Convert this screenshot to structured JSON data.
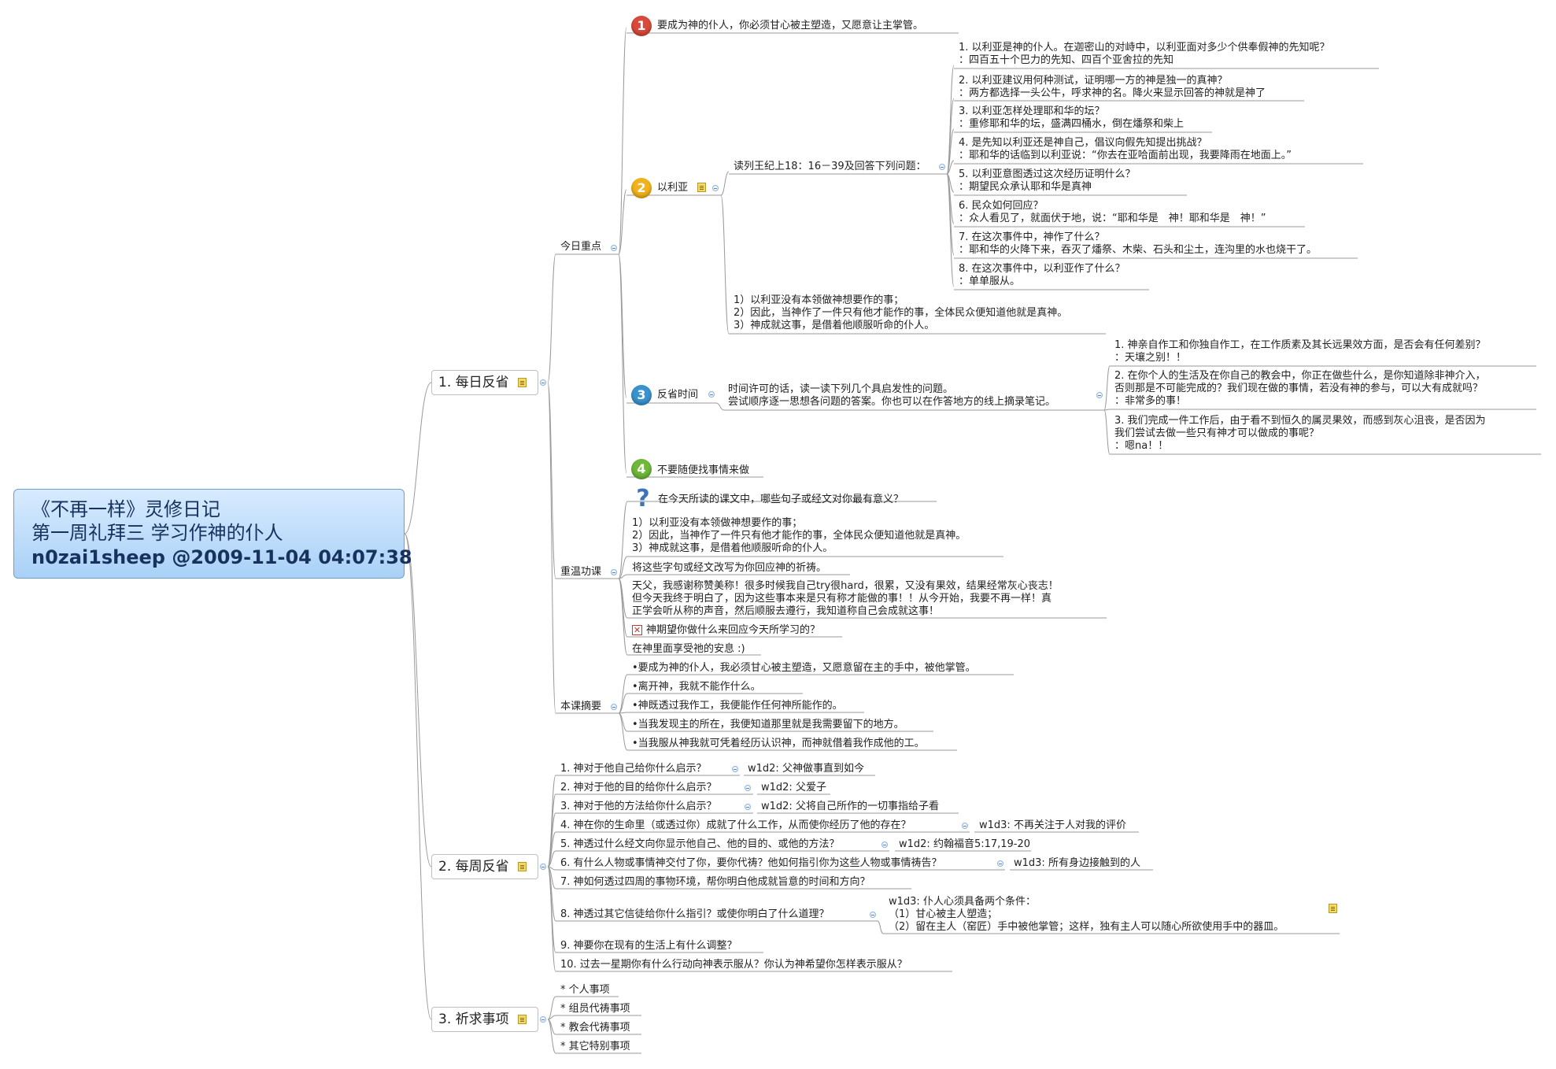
{
  "root": {
    "line1": "《不再一样》灵修日记",
    "line2": "第一周礼拜三 学习作神的仆人",
    "line3": "n0zai1sheep @2009-11-04 04:07:38"
  },
  "colors": {
    "edge": "#9a9a9a",
    "underline": "#9a9a9a",
    "root_top": "#d8ebff",
    "root_bottom": "#a9d1f6",
    "p1": "#d94a3a",
    "p2": "#f2b21b",
    "p3": "#3a93cf",
    "p4": "#6fb83a",
    "accent": "#3d73b8"
  },
  "icons": {
    "priority": "priority-number-icon",
    "note": "note-icon",
    "question": "question-mark-icon",
    "cross": "x-box-icon",
    "collapse": "collapse-toggle-icon"
  },
  "b1": {
    "label": "1.  每日反省",
    "today": {
      "label": "今日重点",
      "p1": {
        "num": "1",
        "text": "要成为神的仆人，你必须甘心被主塑造，又愿意让主掌管。"
      },
      "p2": {
        "num": "2",
        "label": "以利亚",
        "reading": "读列王纪上18：16－39及回答下列问题：",
        "qa": [
          {
            "q": "1. 以利亚是神的仆人。在迦密山的对峙中，以利亚面对多少个供奉假神的先知呢？",
            "a": "：四百五十个巴力的先知、四百个亚舍拉的先知"
          },
          {
            "q": "2. 以利亚建议用何种测试，证明哪一方的神是独一的真神？",
            "a": "：两方都选择一头公牛，呼求神的名。降火来显示回答的神就是神了"
          },
          {
            "q": "3. 以利亚怎样处理耶和华的坛？",
            "a": "：重修耶和华的坛，盛满四桶水，倒在燔祭和柴上"
          },
          {
            "q": "4. 是先知以利亚还是神自己，倡议向假先知提出挑战？",
            "a": "：耶和华的话临到以利亚说：“你去在亚哈面前出现，我要降雨在地面上。”"
          },
          {
            "q": "5. 以利亚意图透过这次经历证明什么？",
            "a": "：期望民众承认耶和华是真神"
          },
          {
            "q": "6. 民众如何回应？",
            "a": "：众人看见了，就面伏于地，说：“耶和华是　神！耶和华是　神！”"
          },
          {
            "q": "7. 在这次事件中，神作了什么？",
            "a": "：耶和华的火降下来，吞灭了燔祭、木柴、石头和尘土，连沟里的水也烧干了。"
          },
          {
            "q": "8. 在这次事件中，以利亚作了什么？",
            "a": "：单单服从。"
          }
        ],
        "summary": [
          "1）以利亚没有本领做神想要作的事；",
          "2）因此，当神作了一件只有他才能作的事，全体民众便知道他就是真神。",
          "3）神成就这事，是借着他顺服听命的仆人。"
        ]
      },
      "p3": {
        "num": "3",
        "label": "反省时间",
        "intro": [
          "时间许可的话，读一读下列几个具启发性的问题。",
          "尝试顺序逐一思想各问题的答案。你也可以在作答地方的线上摘录笔记。"
        ],
        "items": [
          [
            "1. 神亲自作工和你独自作工，在工作质素及其长远果效方面，是否会有任何差别？",
            "：天壤之别！！"
          ],
          [
            "2. 在你个人的生活及在你自己的教会中，你正在做些什么，是你知道除非神介入，",
            "否则那是不可能完成的？我们现在做的事情，若没有神的参与，可以大有成就吗？",
            "：非常多的事！"
          ],
          [
            "3. 我们完成一件工作后，由于看不到恒久的属灵果效，而感到灰心沮丧，是否因为",
            "我们尝试去做一些只有神才可以做成的事呢？",
            "：嗯na！！"
          ]
        ]
      },
      "p4": {
        "num": "4",
        "text": "不要随便找事情来做"
      }
    },
    "review": {
      "label": "重温功课",
      "question": "在今天所读的课文中，哪些句子或经文对你最有意义？",
      "verses": [
        "1）以利亚没有本领做神想要作的事；",
        "2）因此，当神作了一件只有他才能作的事，全体民众便知道他就是真神。",
        "3）神成就这事，是借着他顺服听命的仆人。"
      ],
      "prayer_prompt": "将这些字句或经文改写为你回应神的祈祷。",
      "prayer": [
        "天父，我感谢称赞美称！很多时候我自己try很hard，很累，又没有果效，结果经常灰心丧志！",
        "但今天我终于明白了，因为这些事本来是只有称才能做的事！！从今开始，我要不再一样！真",
        "正学会听从称的声音，然后顺服去遵行，我知道称自己会成就这事！"
      ],
      "response": "神期望你做什么来回应今天所学习的？",
      "rest": "在神里面享受祂的安息 :)"
    },
    "summary": {
      "label": "本课摘要",
      "items": [
        "•要成为神的仆人，我必须甘心被主塑造，又愿意留在主的手中，被他掌管。",
        "•离开神，我就不能作什么。",
        "•神既透过我作工，我便能作任何神所能作的。",
        "•当我发现主的所在，我便知道那里就是我需要留下的地方。",
        "•当我服从神我就可凭着经历认识神，而神就借着我作成他的工。"
      ]
    }
  },
  "b2": {
    "label": "2.  每周反省",
    "items": [
      {
        "q": "1.  神对于他自己给你什么启示？",
        "a": "w1d2: 父神做事直到如今"
      },
      {
        "q": "2.  神对于他的目的给你什么启示？",
        "a": "w1d2: 父爱子"
      },
      {
        "q": "3.  神对于他的方法给你什么启示？",
        "a": "w1d2: 父将自己所作的一切事指给子看"
      },
      {
        "q": "4.  神在你的生命里（或透过你）成就了什么工作，从而使你经历了他的存在？",
        "a": "w1d3: 不再关注于人对我的评价"
      },
      {
        "q": "5.  神透过什么经文向你显示他自己、他的目的、或他的方法？",
        "a": "w1d2: 约翰福音5:17,19-20"
      },
      {
        "q": "6.  有什么人物或事情神交付了你，要你代祷？他如何指引你为这些人物或事情祷告？",
        "a": "w1d3: 所有身边接触到的人"
      },
      {
        "q": "7.  神如何透过四周的事物环境，帮你明白他成就旨意的时间和方向？",
        "a": ""
      },
      {
        "q": "8.  神透过其它信徒给你什么指引？或使你明白了什么道理？",
        "a": "w1d3: 仆人心须具备两个条件：",
        "a2": "（1）甘心被主人塑造；",
        "a3": "（2）留在主人（窑匠）手中被他掌管；这样，独有主人可以随心所欲使用手中的器皿。"
      },
      {
        "q": "9.  神要你在现有的生活上有什么调整？",
        "a": ""
      },
      {
        "q": "10.  过去一星期你有什么行动向神表示服从？你认为神希望你怎样表示服从？",
        "a": ""
      }
    ]
  },
  "b3": {
    "label": "3.  祈求事项",
    "items": [
      "* 个人事项",
      "* 组员代祷事项",
      "* 教会代祷事项",
      "* 其它特别事项"
    ]
  }
}
